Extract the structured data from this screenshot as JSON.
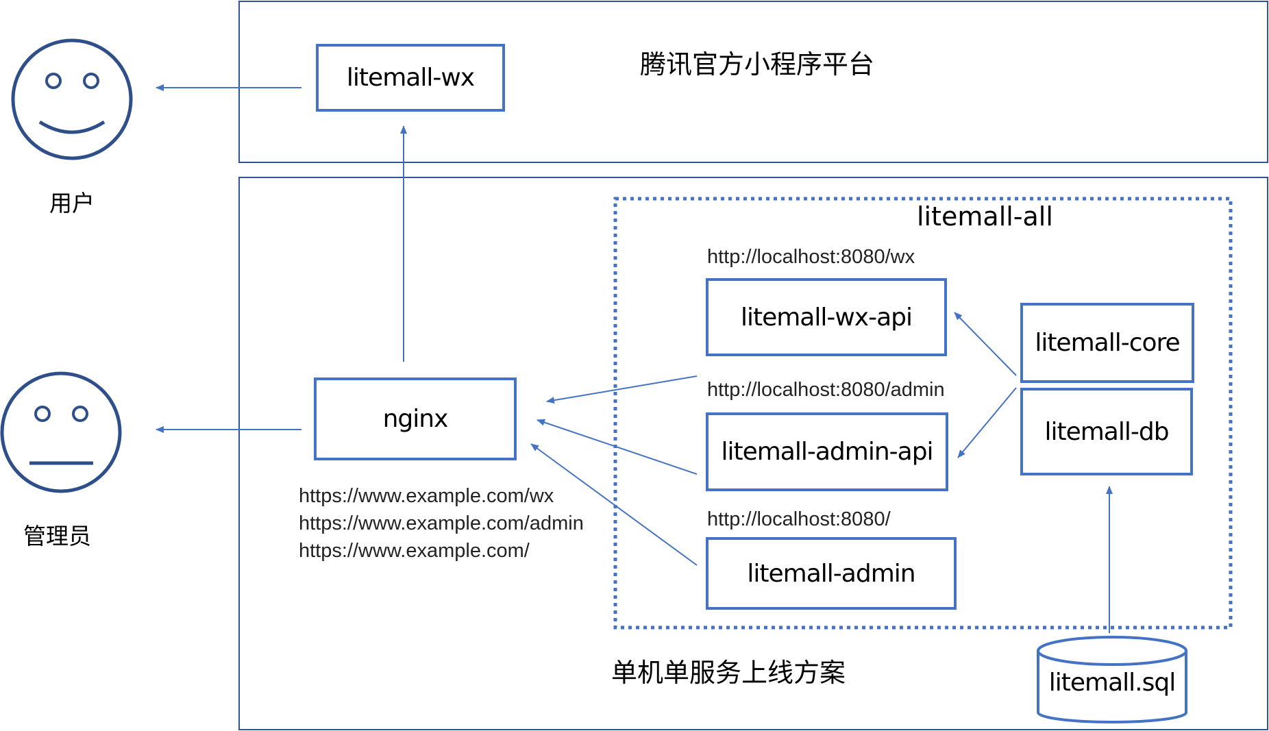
{
  "actors": {
    "user_label": "用户",
    "admin_label": "管理员"
  },
  "zones": {
    "tencent_title": "腾讯官方小程序平台",
    "server_title": "单机单服务上线方案",
    "litemall_all_title": "litemall-all"
  },
  "nodes": {
    "wx": "litemall-wx",
    "nginx": "nginx",
    "wx_api": "litemall-wx-api",
    "admin_api": "litemall-admin-api",
    "admin": "litemall-admin",
    "core": "litemall-core",
    "db": "litemall-db",
    "sql": "litemall.sql"
  },
  "urls": {
    "wx_api": "http://localhost:8080/wx",
    "admin_api": "http://localhost:8080/admin",
    "admin": "http://localhost:8080/",
    "public": [
      "https://www.example.com/wx",
      "https://www.example.com/admin",
      "https://www.example.com/"
    ]
  },
  "colors": {
    "accent": "#4472C4",
    "face": "#2F4F8A"
  }
}
